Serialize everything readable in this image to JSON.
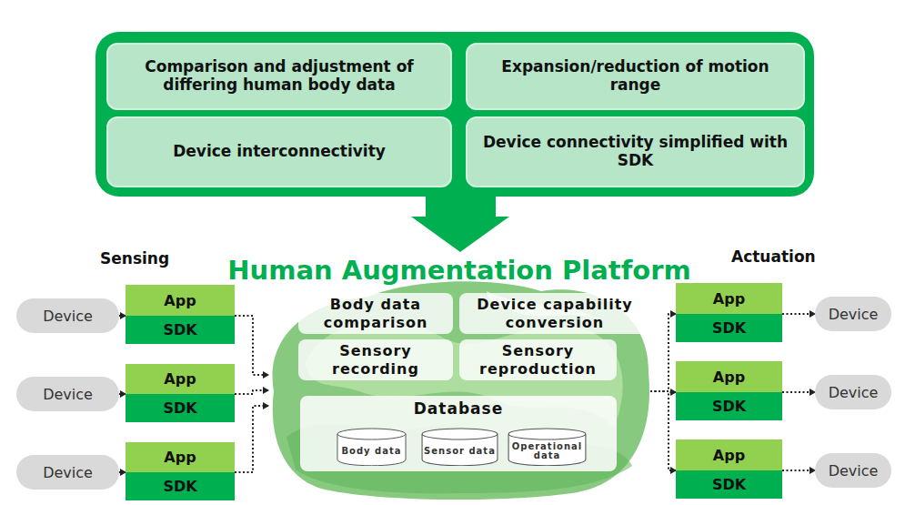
{
  "diagram": {
    "nodes": [
      {
        "text": [
          "Comparison and adjustment of differing human body data"
        ]
      },
      {
        "text": [
          "Expansion/reduction of motion range"
        ]
      },
      {
        "text": [
          "Device interconnectivity"
        ]
      },
      {
        "text": [
          "Device connectivity simplified with SDK"
        ]
      },
      {
        "text": [
          "Human Augmentation Platform"
        ]
      },
      {
        "text": [
          "Body data comparison"
        ],
        "in": 4
      },
      {
        "text": [
          "Device capability conversion"
        ],
        "in": 4
      },
      {
        "text": [
          "Sensory recording"
        ],
        "in": 4
      },
      {
        "text": [
          "Sensory reproduction"
        ],
        "in": 4
      },
      {
        "text": [
          "Database"
        ],
        "in": 4
      },
      {
        "text": [
          "Body data"
        ],
        "in": 9
      },
      {
        "text": [
          "Sensor data"
        ],
        "in": 9
      },
      {
        "text": [
          "Operational data"
        ],
        "in": 9
      },
      {
        "text": [
          "Device"
        ]
      },
      {
        "text": [
          "App"
        ]
      },
      {
        "text": [
          "SDK"
        ]
      },
      {
        "text": [
          "Device"
        ]
      },
      {
        "text": [
          "App"
        ]
      },
      {
        "text": [
          "SDK"
        ]
      },
      {
        "text": [
          "Device"
        ]
      },
      {
        "text": [
          "App"
        ]
      },
      {
        "text": [
          "SDK"
        ]
      },
      {
        "text": [
          "App"
        ]
      },
      {
        "text": [
          "SDK"
        ]
      },
      {
        "text": [
          "Device"
        ]
      },
      {
        "text": [
          "App"
        ]
      },
      {
        "text": [
          "SDK"
        ]
      },
      {
        "text": [
          "Device"
        ]
      },
      {
        "text": [
          "App"
        ]
      },
      {
        "text": [
          "SDK"
        ]
      },
      {
        "text": [
          "Device"
        ]
      }
    ],
    "edges": [
      {
        "from": 13,
        "to": 15,
        "arrow": "to"
      },
      {
        "from": 15,
        "to": 4,
        "arrow": "to"
      },
      {
        "from": 16,
        "to": 18,
        "arrow": "to"
      },
      {
        "from": 18,
        "to": 4,
        "arrow": "to"
      },
      {
        "from": 19,
        "to": 21,
        "arrow": "to"
      },
      {
        "from": 21,
        "to": 4,
        "arrow": "to"
      },
      {
        "from": 4,
        "to": 23,
        "arrow": "to"
      },
      {
        "from": 23,
        "to": 24,
        "arrow": "to"
      },
      {
        "from": 4,
        "to": 26,
        "arrow": "to"
      },
      {
        "from": 26,
        "to": 27,
        "arrow": "to"
      },
      {
        "from": 4,
        "to": 29,
        "arrow": "to"
      },
      {
        "from": 29,
        "to": 30,
        "arrow": "to"
      }
    ],
    "labels": [
      "Sensing",
      "Actuation"
    ]
  }
}
